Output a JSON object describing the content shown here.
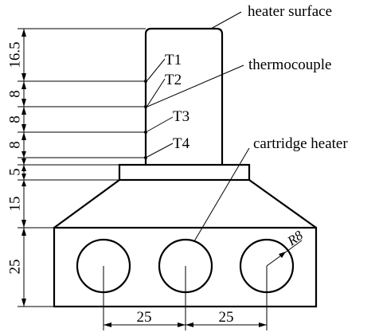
{
  "labels": {
    "heater_surface": "heater surface",
    "thermocouple": "thermocouple",
    "cartridge_heater": "cartridge heater",
    "t1": "T1",
    "t2": "T2",
    "t3": "T3",
    "t4": "T4"
  },
  "dimensions": {
    "d1": "16.5",
    "d2": "8",
    "d3": "8",
    "d4": "8",
    "d5": "5",
    "d6": "15",
    "d7": "25",
    "spacing_left": "25",
    "spacing_right": "25",
    "radius": "R8"
  },
  "colors": {
    "stroke": "#000000",
    "background": "#ffffff"
  }
}
